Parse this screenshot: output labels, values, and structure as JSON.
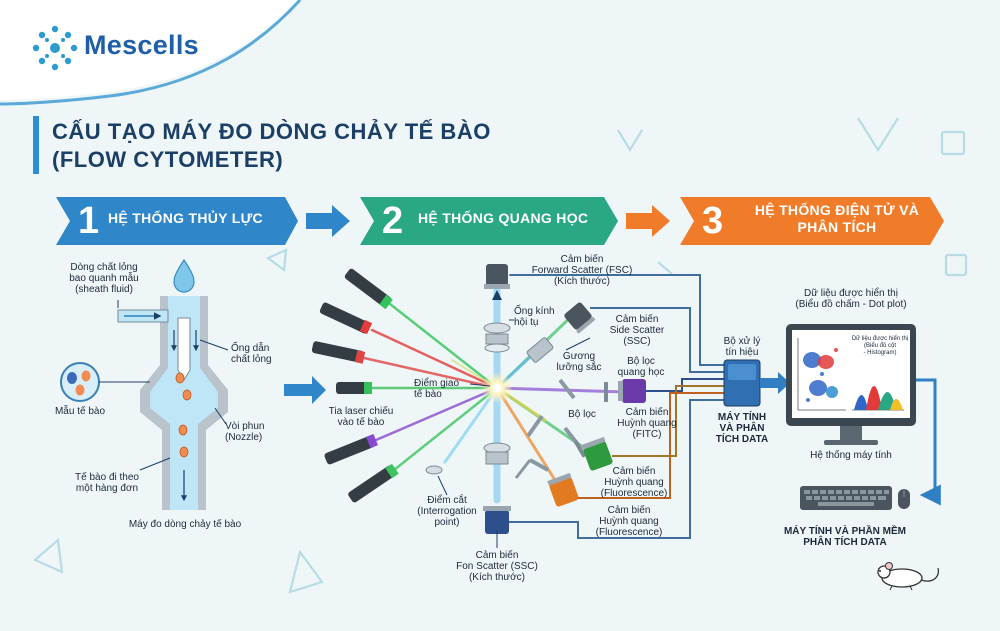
{
  "brand": {
    "name": "Mescells"
  },
  "title": {
    "line1": "CẤU TẠO MÁY ĐO DÒNG CHẢY TẾ BÀO",
    "line2": "(FLOW CYTOMETER)"
  },
  "colors": {
    "blue": "#2f86c8",
    "teal": "#2aa884",
    "orange": "#f07c2a",
    "dark": "#1c3f66"
  },
  "sections": [
    {
      "number": "1",
      "label": "HỆ THỐNG THỦY LỰC"
    },
    {
      "number": "2",
      "label": "HỆ THỐNG QUANG HỌC"
    },
    {
      "number": "3",
      "label_line1": "HỆ THỐNG ĐIỆN TỬ VÀ",
      "label_line2": "PHÂN TÍCH"
    }
  ],
  "fluidics": {
    "sheath_l1": "Dòng chất lỏng",
    "sheath_l2": "bao quanh mẫu",
    "sheath_l3": "(sheath fluid)",
    "sample": "Mẫu tế bào",
    "tube_l1": "Ống dẫn",
    "tube_l2": "chất lỏng",
    "nozzle_l1": "Vòi phun",
    "nozzle_l2": "(Nozzle)",
    "single_l1": "Tế bào đi theo",
    "single_l2": "một hàng đơn",
    "caption": "Máy đo dòng chảy tế bào"
  },
  "optics": {
    "fsc_l1": "Cảm biến",
    "fsc_l2": "Forward Scatter (FSC)",
    "fsc_l3": "(Kích thước)",
    "lens_l1": "Ống kính",
    "lens_l2": "hội tụ",
    "ssc_l1": "Cảm biến",
    "ssc_l2": "Side Scatter",
    "ssc_l3": "(SSC)",
    "mirror_l1": "Gương",
    "mirror_l2": "lưỡng sắc",
    "filter_l1": "Bộ lọc",
    "filter_l2": "quang học",
    "filter_short": "Bộ lọc",
    "intersect_l1": "Điểm giao",
    "intersect_l2": "tế bào",
    "laser_l1": "Tia laser chiếu",
    "laser_l2": "vào tế bào",
    "fitc_l1": "Cảm biến",
    "fitc_l2": "Huỳnh quang",
    "fitc_l3": "(FITC)",
    "fl2_l1": "Cảm biến",
    "fl2_l2": "Huỳnh quang",
    "fl2_l3": "(Fluorescence)",
    "fl3_l1": "Cảm biến",
    "fl3_l2": "Huỳnh quang",
    "fl3_l3": "(Fluorescence)",
    "interrog_l1": "Điểm cắt",
    "interrog_l2": "(Interrogation",
    "interrog_l3": "point)",
    "bsc_l1": "Cảm biến",
    "bsc_l2": "Fon Scatter (SSC)",
    "bsc_l3": "(Kích thước)"
  },
  "electronics": {
    "processor_l1": "Bộ xử lý",
    "processor_l2": "tín hiệu",
    "pc_l1": "MÁY TÍNH",
    "pc_l2": "VÀ PHÂN",
    "pc_l3": "TÍCH DATA",
    "display_l1": "Dữ liệu được hiển thị",
    "display_l2": "(Biểu đồ chấm - Dot plot)",
    "hist_l1": "Dữ liệu được hiển thị",
    "hist_l2": "(Biểu đồ cột",
    "hist_l3": "- Histogram)",
    "computer_system": "Hệ thống máy tính",
    "software_l1": "MÁY TÍNH VÀ PHẦN MỀM",
    "software_l2": "PHÂN TÍCH DATA"
  }
}
